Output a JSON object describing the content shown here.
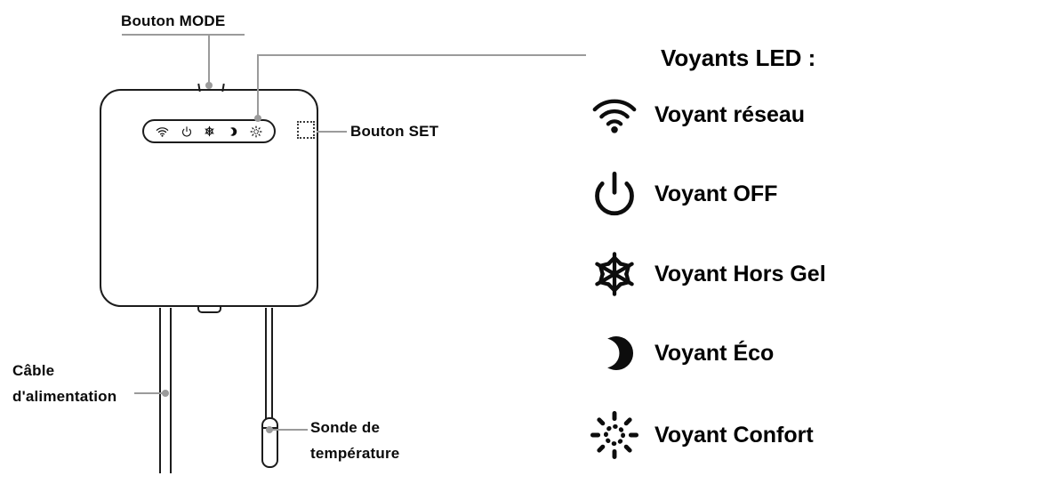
{
  "legend": {
    "title": "Voyants LED :",
    "items": [
      {
        "icon": "wifi-icon",
        "label": "Voyant réseau"
      },
      {
        "icon": "power-icon",
        "label": "Voyant OFF"
      },
      {
        "icon": "snowflake-icon",
        "label": "Voyant Hors Gel"
      },
      {
        "icon": "moon-icon",
        "label": "Voyant Éco"
      },
      {
        "icon": "sun-icon",
        "label": "Voyant Confort"
      }
    ]
  },
  "callouts": {
    "mode_label": "Bouton MODE",
    "set_label": "Bouton SET",
    "cable_label_line1": "Câble",
    "cable_label_line2": "d'alimentation",
    "probe_label_line1": "Sonde de",
    "probe_label_line2": "température"
  },
  "device": {
    "strip_icons": [
      "wifi-icon",
      "power-icon",
      "snowflake-icon",
      "moon-icon",
      "sun-icon"
    ]
  },
  "colors": {
    "outline": "#1c1c1c",
    "callout_line": "#9b9b9b",
    "text": "#000000"
  }
}
